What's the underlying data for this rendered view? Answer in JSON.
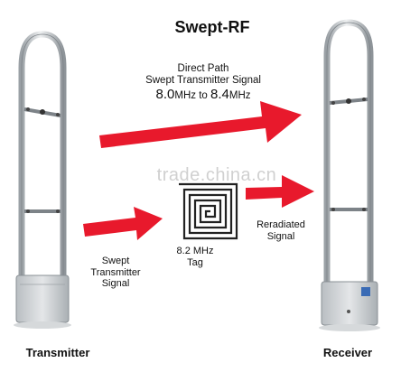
{
  "title": "Swept-RF",
  "direct_path": {
    "line1": "Direct Path",
    "line2": "Swept Transmitter Signal",
    "range": {
      "from_value": "8.0",
      "to_value": "8.4",
      "unit": "MHz",
      "joiner": "to"
    }
  },
  "tag": {
    "line1": "8.2 MHz",
    "line2": "Tag"
  },
  "swept_signal": {
    "line1": "Swept",
    "line2": "Transmitter",
    "line3": "Signal"
  },
  "reradiated": {
    "line1": "Reradiated",
    "line2": "Signal"
  },
  "transmitter_label": "Transmitter",
  "receiver_label": "Receiver",
  "watermark": "trade.china.cn",
  "colors": {
    "arrow": "#e8192c",
    "antenna": "#c9cdd0",
    "antenna_dark": "#8f959a"
  }
}
